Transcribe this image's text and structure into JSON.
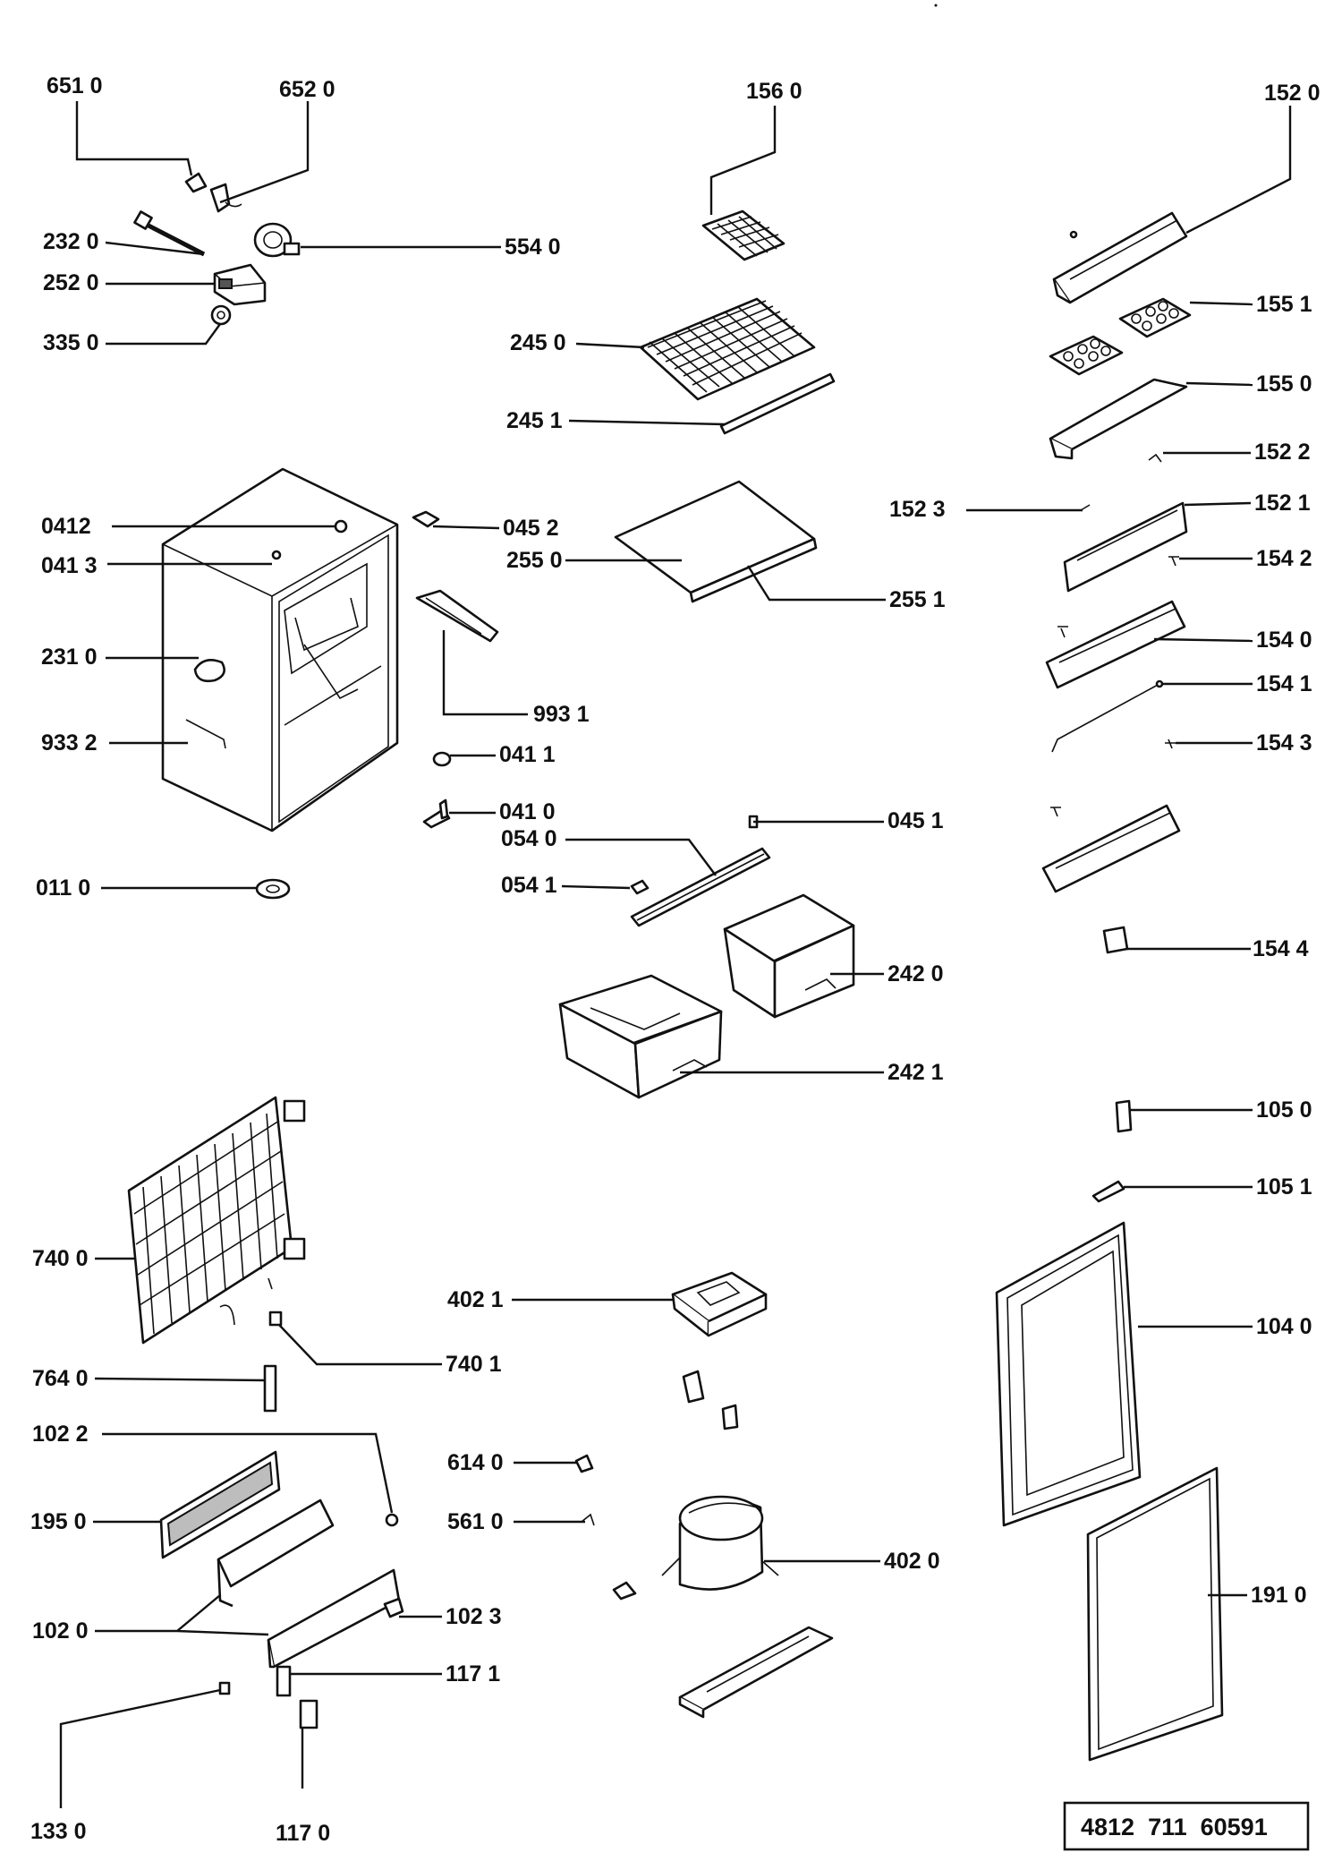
{
  "labels": {
    "l6510": "651 0",
    "l6520": "652 0",
    "l1560": "156 0",
    "l1520": "152 0",
    "l2320": "232 0",
    "l5540": "554 0",
    "l2520": "252 0",
    "l2450": "245 0",
    "l1551": "155 1",
    "l3350": "335 0",
    "l1550": "155 0",
    "l2451": "245 1",
    "l1522": "152 2",
    "l1523": "152 3",
    "l1521": "152 1",
    "l0412": "0412",
    "l0452": "045 2",
    "l0413": "041 3",
    "l2550": "255 0",
    "l1542": "154 2",
    "l2551": "255 1",
    "l1540": "154 0",
    "l2310": "231 0",
    "l1541": "154 1",
    "l9931": "993 1",
    "l9332": "933 2",
    "l0411": "041 1",
    "l1543": "154 3",
    "l0410": "041 0",
    "l0451": "045 1",
    "l0540": "054 0",
    "l0110": "011 0",
    "l0541": "054 1",
    "l1544": "154 4",
    "l2420": "242 0",
    "l2421": "242 1",
    "l1050": "105 0",
    "l1051": "105 1",
    "l7400": "740 0",
    "l4021": "402 1",
    "l1040": "104 0",
    "l7401": "740 1",
    "l7640": "764 0",
    "l1022": "102 2",
    "l6140": "614 0",
    "l1950": "195 0",
    "l5610": "561 0",
    "l4020": "402 0",
    "l1910": "191 0",
    "l1020": "102 0",
    "l1023": "102 3",
    "l1171": "117 1",
    "l1330": "133 0",
    "l1170": "117 0"
  },
  "sheet_number": "4812  711  60591"
}
